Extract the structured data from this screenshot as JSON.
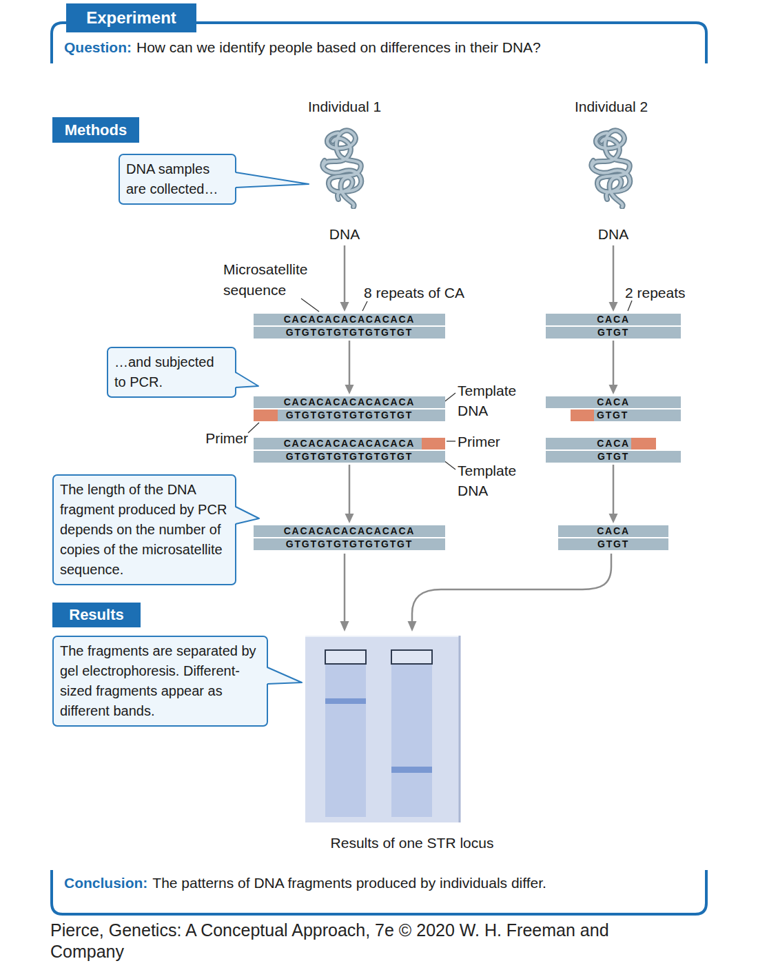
{
  "diagram": {
    "title": "Experiment",
    "caption": "Pierce, Genetics: A Conceptual Approach, 7e © 2020 W. H. Freeman and Company",
    "nodes": [
      {
        "text": [
          "Methods"
        ]
      },
      {
        "text": [
          "DNA samples are collected…"
        ]
      },
      {
        "text": [
          "DNA"
        ]
      },
      {
        "text": [
          "DNA"
        ]
      },
      {
        "text": [
          "CACACACACACACACA"
        ]
      },
      {
        "text": [
          "GTGTGTGTGTGTGTGT"
        ]
      },
      {
        "text": [
          "CACA"
        ]
      },
      {
        "text": [
          "GTGT"
        ]
      },
      {
        "text": [
          "…and subjected to PCR."
        ]
      },
      {
        "text": [
          "CACACACACACACACA"
        ]
      },
      {
        "text": [
          "GTGTGTGTGTGTGTGT"
        ]
      },
      {
        "text": [
          "CACA"
        ]
      },
      {
        "text": [
          "GTGT"
        ]
      },
      {
        "text": [
          "CACACACACACACACA"
        ]
      },
      {
        "text": [
          "GTGTGTGTGTGTGTGT"
        ]
      },
      {
        "text": [
          "CACA"
        ]
      },
      {
        "text": [
          "GTGT"
        ]
      },
      {
        "text": [
          "The length of the DNA fragment produced by PCR depends on the number of copies of the microsatellite sequence."
        ]
      },
      {
        "text": [
          "CACACACACACACACA"
        ]
      },
      {
        "text": [
          "GTGTGTGTGTGTGTGT"
        ]
      },
      {
        "text": [
          "CACA"
        ]
      },
      {
        "text": [
          "GTGT"
        ]
      },
      {
        "text": [
          "Results"
        ]
      },
      {
        "text": [
          "The fragments are separated by gel electrophoresis. Different-sized fragments appear as different bands."
        ]
      }
    ],
    "edges": [
      {
        "from": 2,
        "to": 4,
        "arrow": "to"
      },
      {
        "from": 3,
        "to": 6,
        "arrow": "to"
      },
      {
        "from": 5,
        "to": 9,
        "arrow": "to"
      },
      {
        "from": 7,
        "to": 11,
        "arrow": "to"
      },
      {
        "from": 14,
        "to": 18,
        "arrow": "to"
      },
      {
        "from": 16,
        "to": 20,
        "arrow": "to"
      }
    ],
    "labels": [
      "Question:",
      "How can we identify people based on differences in their DNA?",
      "Individual 1",
      "Individual 2",
      "Microsatellite sequence",
      "8 repeats of CA",
      "2 repeats",
      "Template DNA",
      "Primer",
      "Primer",
      "Template DNA",
      "Results of one STR locus",
      "Conclusion:",
      "The patterns of DNA fragments produced by individuals differ."
    ]
  }
}
